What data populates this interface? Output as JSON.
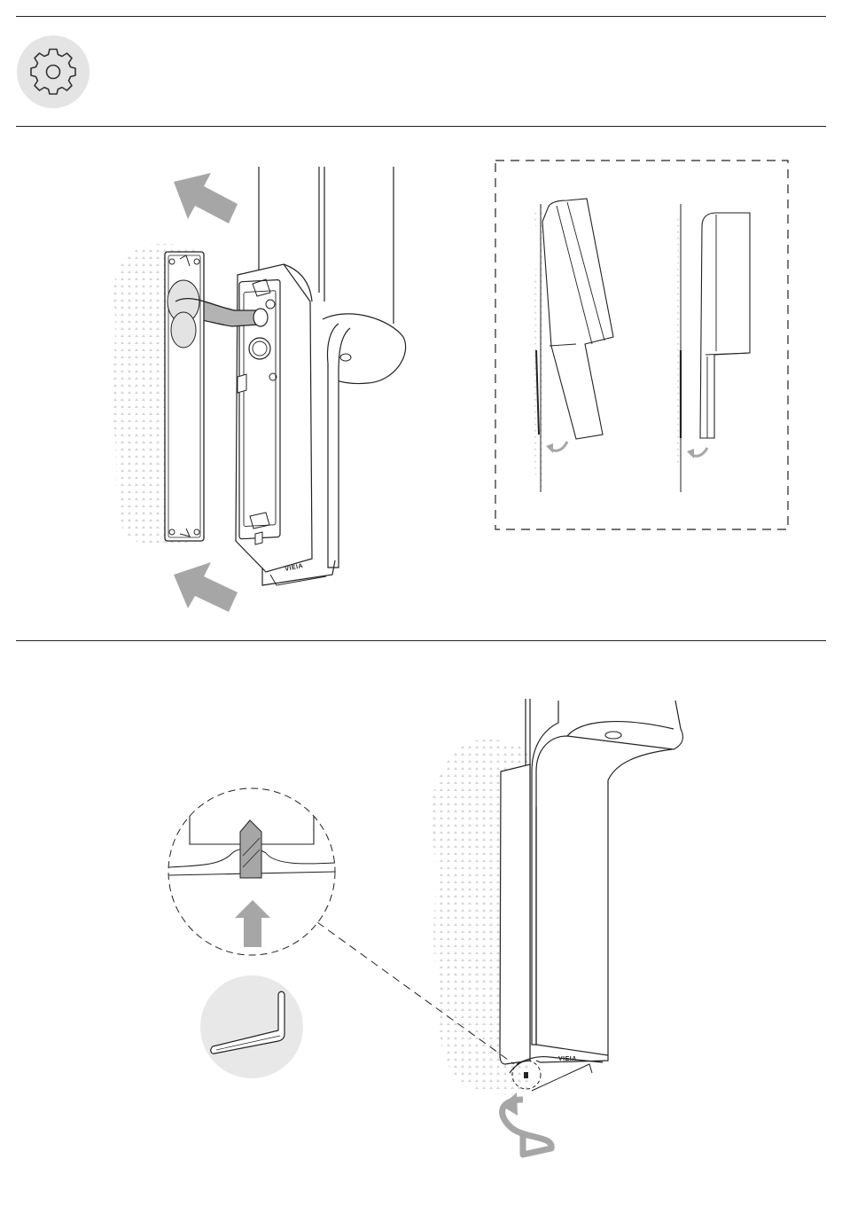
{
  "header": {
    "icon": "gear-icon"
  },
  "step1": {
    "brand_mark": "VIEIA",
    "arrows": [
      "pull-arrow-upper",
      "pull-arrow-lower"
    ],
    "detail_icons": [
      "tilt-arrow-icon",
      "tilt-arrow-icon"
    ]
  },
  "step2": {
    "brand_mark": "VIEIA",
    "tool_icon": "hex-key-icon",
    "rotate_icon": "rotate-arrow-icon"
  },
  "colors": {
    "line": "#222222",
    "arrow": "#a6a6a6",
    "badge": "#e4e4e4",
    "dots": "#d0d0d0"
  }
}
